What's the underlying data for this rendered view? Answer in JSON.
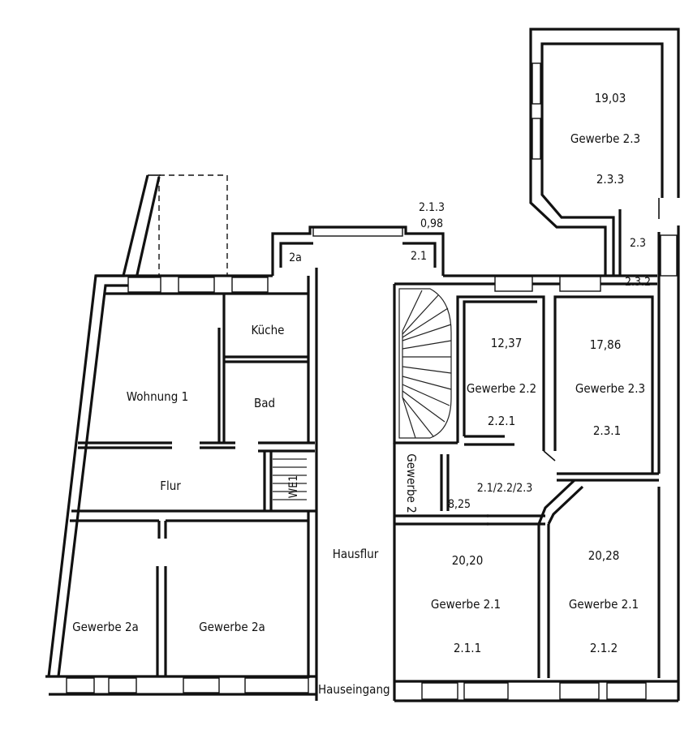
{
  "rooms": {
    "wohnung": "Wohnung 1",
    "kueche": "Küche",
    "bad": "Bad",
    "flur": "Flur",
    "we1": "WE1",
    "gewerbe_2a_left": "Gewerbe 2a",
    "gewerbe_2a_right": "Gewerbe 2a",
    "hausflur": "Hausflur",
    "hauseingang": "Hauseingang",
    "gewerbe2_vertical": "Gewerbe 2",
    "label_2a": "2a",
    "label_2_1_top": "2.1",
    "label_2_1_3": "2.1.3",
    "area_0_98": "0,98",
    "area_8_25": "8,25",
    "label_2_1_2_2_2_3": "2.1/2.2/2.3",
    "g233": {
      "area": "19,03",
      "name": "Gewerbe 2.3",
      "code": "2.3.3"
    },
    "label_2_3": "2.3",
    "label_2_3_2": "2.3.2",
    "g221": {
      "area": "12,37",
      "name": "Gewerbe 2.2",
      "code": "2.2.1"
    },
    "g231": {
      "area": "17,86",
      "name": "Gewerbe 2.3",
      "code": "2.3.1"
    },
    "g211": {
      "area": "20,20",
      "name": "Gewerbe 2.1",
      "code": "2.1.1"
    },
    "g212": {
      "area": "20,28",
      "name": "Gewerbe 2.1",
      "code": "2.1.2"
    }
  }
}
